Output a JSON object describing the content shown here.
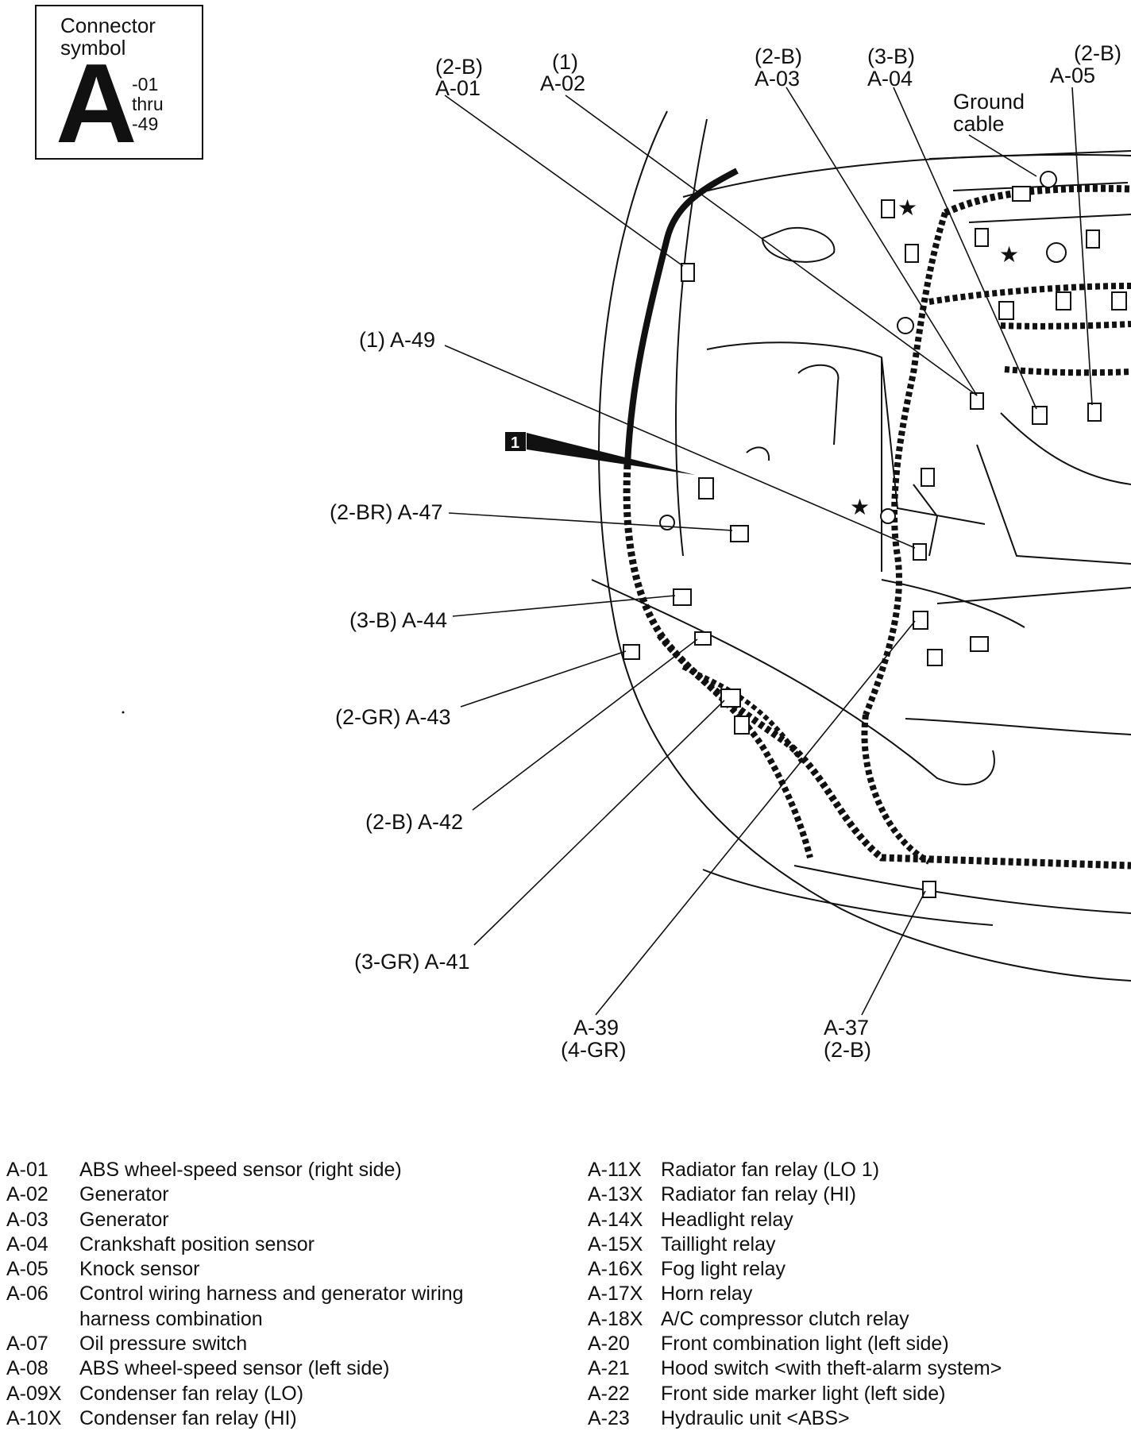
{
  "legend": {
    "caption_line1": "Connector",
    "caption_line2": "symbol",
    "letter": "A",
    "range_from": "-01",
    "range_mid": "thru",
    "range_to": "-49"
  },
  "callout_number": "1",
  "diagram_labels": [
    {
      "id": "a01",
      "lines": [
        "(2-B)",
        "A-01"
      ]
    },
    {
      "id": "a02",
      "lines": [
        "(1)",
        "A-02"
      ]
    },
    {
      "id": "a03",
      "lines": [
        "(2-B)",
        "A-03"
      ]
    },
    {
      "id": "a04",
      "lines": [
        "(3-B)",
        "A-04"
      ]
    },
    {
      "id": "a05",
      "lines": [
        "(2-B)",
        "A-05"
      ]
    },
    {
      "id": "ground",
      "lines": [
        "Ground",
        "cable"
      ]
    },
    {
      "id": "a49",
      "lines": [
        "(1) A-49"
      ]
    },
    {
      "id": "a47",
      "lines": [
        "(2-BR) A-47"
      ]
    },
    {
      "id": "a44",
      "lines": [
        "(3-B) A-44"
      ]
    },
    {
      "id": "a43",
      "lines": [
        "(2-GR) A-43"
      ]
    },
    {
      "id": "a42",
      "lines": [
        "(2-B) A-42"
      ]
    },
    {
      "id": "a41",
      "lines": [
        "(3-GR) A-41"
      ]
    },
    {
      "id": "a39",
      "lines": [
        "A-39",
        "(4-GR)"
      ]
    },
    {
      "id": "a37",
      "lines": [
        "A-37",
        "(2-B)"
      ]
    }
  ],
  "connector_list_left": [
    {
      "code": "A-01",
      "desc": "ABS wheel-speed sensor (right side)"
    },
    {
      "code": "A-02",
      "desc": "Generator"
    },
    {
      "code": "A-03",
      "desc": "Generator"
    },
    {
      "code": "A-04",
      "desc": "Crankshaft position sensor"
    },
    {
      "code": "A-05",
      "desc": "Knock sensor"
    },
    {
      "code": "A-06",
      "desc": "Control wiring harness and generator wiring"
    },
    {
      "code": "",
      "desc": "harness combination"
    },
    {
      "code": "A-07",
      "desc": "Oil pressure switch"
    },
    {
      "code": "A-08",
      "desc": "ABS wheel-speed sensor (left side)"
    },
    {
      "code": "A-09X",
      "desc": "Condenser fan relay (LO)"
    },
    {
      "code": "A-10X",
      "desc": "Condenser fan relay (HI)"
    }
  ],
  "connector_list_right": [
    {
      "code": "A-11X",
      "desc": "Radiator fan relay (LO 1)"
    },
    {
      "code": "A-13X",
      "desc": "Radiator fan relay (HI)"
    },
    {
      "code": "A-14X",
      "desc": "Headlight relay"
    },
    {
      "code": "A-15X",
      "desc": "Taillight relay"
    },
    {
      "code": "A-16X",
      "desc": "Fog light relay"
    },
    {
      "code": "A-17X",
      "desc": "Horn relay"
    },
    {
      "code": "A-18X",
      "desc": "A/C compressor clutch relay"
    },
    {
      "code": "A-20",
      "desc": "Front combination light (left side)"
    },
    {
      "code": "A-21",
      "desc": "Hood switch <with theft-alarm system>"
    },
    {
      "code": "A-22",
      "desc": "Front side marker light (left side)"
    },
    {
      "code": "A-23",
      "desc": "Hydraulic unit <ABS>"
    }
  ]
}
